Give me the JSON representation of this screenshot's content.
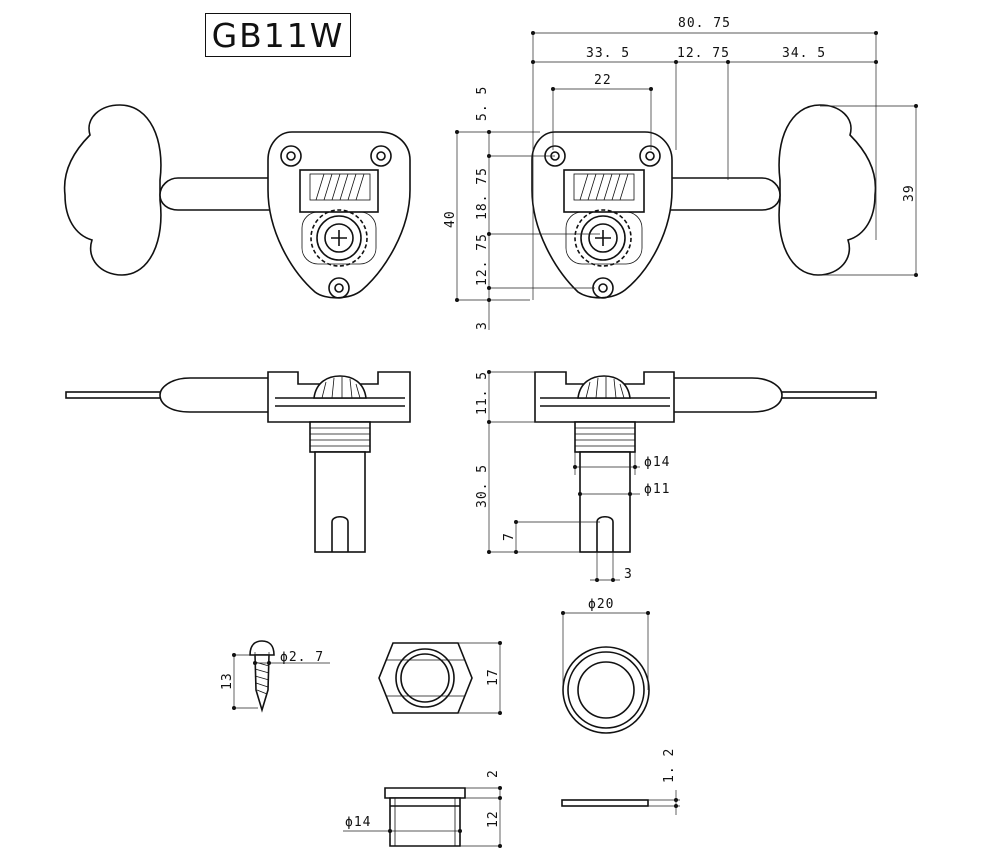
{
  "title": "GB11W",
  "dimensions": {
    "overall_width": "80. 75",
    "post_to_button_start": "33. 5",
    "shaft_width": "12. 75",
    "button_length": "34. 5",
    "hole_spacing": "22",
    "top_offset": "5. 5",
    "upper_height": "18. 75",
    "lower_height": "12. 75",
    "bottom_offset": "3",
    "total_height": "40",
    "button_height": "39",
    "gear_height": "11. 5",
    "post_length": "30. 5",
    "bushing_dia": "ϕ14",
    "post_dia": "ϕ11",
    "slot_depth": "7",
    "slot_width": "3",
    "screw_dia": "ϕ2. 7",
    "screw_length": "13",
    "nut_width": "17",
    "washer_dia": "ϕ20",
    "bushing_flange": "2",
    "bushing_length": "12",
    "bushing_outer_dia": "ϕ14",
    "washer_thickness": "1. 2"
  }
}
